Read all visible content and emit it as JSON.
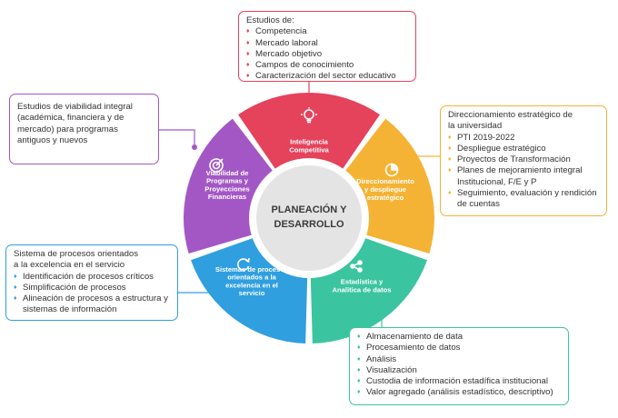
{
  "center": {
    "line1": "PLANEACIÓN Y",
    "line2": "DESARROLLO"
  },
  "segments": {
    "top": {
      "lines": [
        "Inteligencia",
        "Competitiva"
      ],
      "color": "#e5425c",
      "icon": "lightbulb-icon"
    },
    "right": {
      "lines": [
        "Direccionamiento",
        "y despliegue",
        "estratégico"
      ],
      "color": "#f4b334",
      "icon": "pie-chart-icon"
    },
    "bottom_right": {
      "lines": [
        "Estadística y",
        "Analítica de datos"
      ],
      "color": "#3bc4a0",
      "icon": "share-icon"
    },
    "bottom_left": {
      "lines": [
        "Sistemas de procesos",
        "orientados a la",
        "excelencia en el",
        "servicio"
      ],
      "color": "#2f9fe0",
      "icon": "refresh-icon"
    },
    "left": {
      "lines": [
        "Viabilidad de",
        "Programas y",
        "Proyecciones",
        "Financieras"
      ],
      "color": "#a357c5",
      "icon": "target-icon"
    }
  },
  "boxes": {
    "top": {
      "title": "Estudios de:",
      "items": [
        "Competencia",
        "Mercado laboral",
        "Mercado objetivo",
        "Campos de conocimiento",
        "Caracterización del sector educativo"
      ]
    },
    "right": {
      "title_lines": [
        "Direccionamiento estratégico de",
        "la universidad"
      ],
      "items": [
        "PTI 2019-2022",
        "Despliegue estratégico",
        "Proyectos de Transformación",
        "Planes de mejoramiento integral Institucional,  F/E y P",
        "Seguimiento, evaluación y rendición de cuentas"
      ]
    },
    "left": {
      "lines": [
        "Estudios de viabilidad integral",
        "(académica, financiera y de",
        "mercado) para programas",
        "antiguos y nuevos"
      ]
    },
    "bottom_left": {
      "title_lines": [
        "Sistema de procesos orientados",
        "a la excelencia en el servicio"
      ],
      "items": [
        "Identificación de procesos críticos",
        "Simplificación de procesos",
        "Alineación de procesos a estructura y sistemas de información"
      ]
    },
    "bottom_right": {
      "items": [
        "Almacenamiento de data",
        "Procesamiento de datos",
        "Análisis",
        "Visualización",
        "Custodia de información estadífica institucional",
        "Valor agregado (análisis estadístico, descriptivo)"
      ]
    }
  }
}
